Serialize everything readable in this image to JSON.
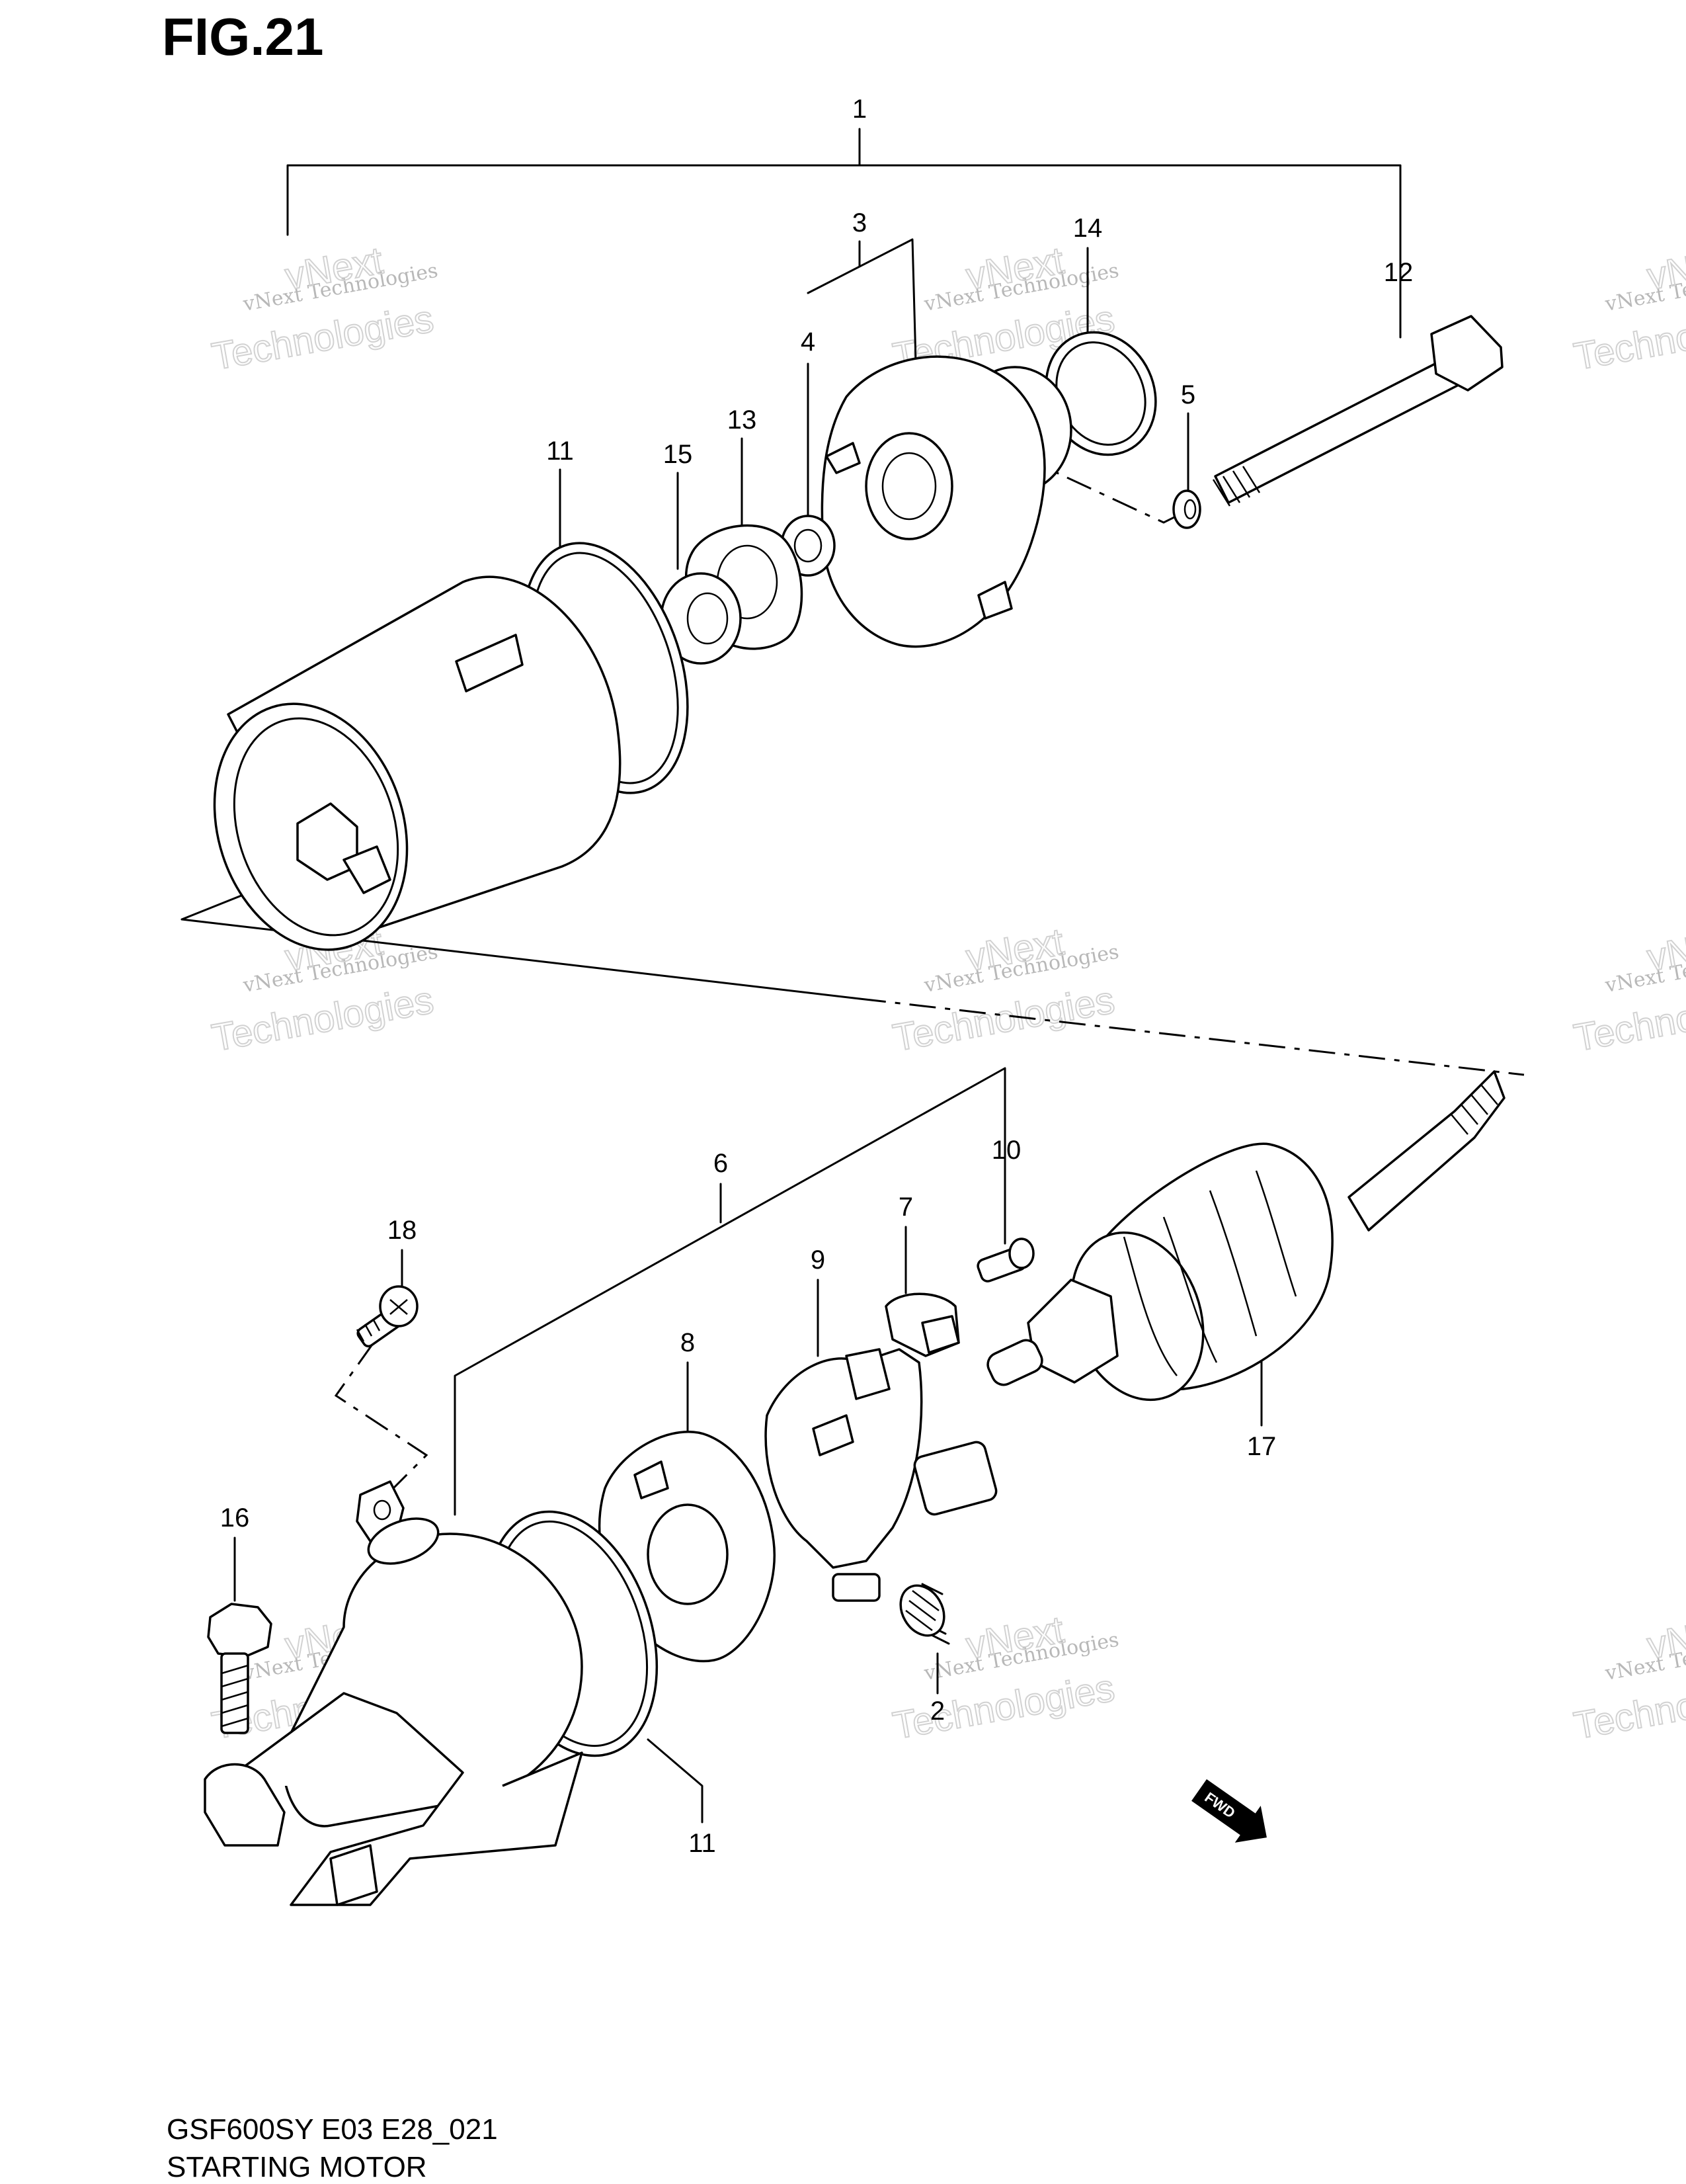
{
  "figure": {
    "title": "FIG.21",
    "code": "GSF600SY E03 E28_021",
    "name": "STARTING MOTOR"
  },
  "watermark": {
    "small": "vNext Technologies",
    "large_1": "vNext",
    "large_2": "Technologies"
  },
  "direction_badge": {
    "label": "FWD"
  },
  "callouts": [
    "1",
    "2",
    "3",
    "4",
    "5",
    "6",
    "7",
    "8",
    "9",
    "10",
    "11",
    "11",
    "12",
    "13",
    "14",
    "15",
    "16",
    "17",
    "18"
  ]
}
